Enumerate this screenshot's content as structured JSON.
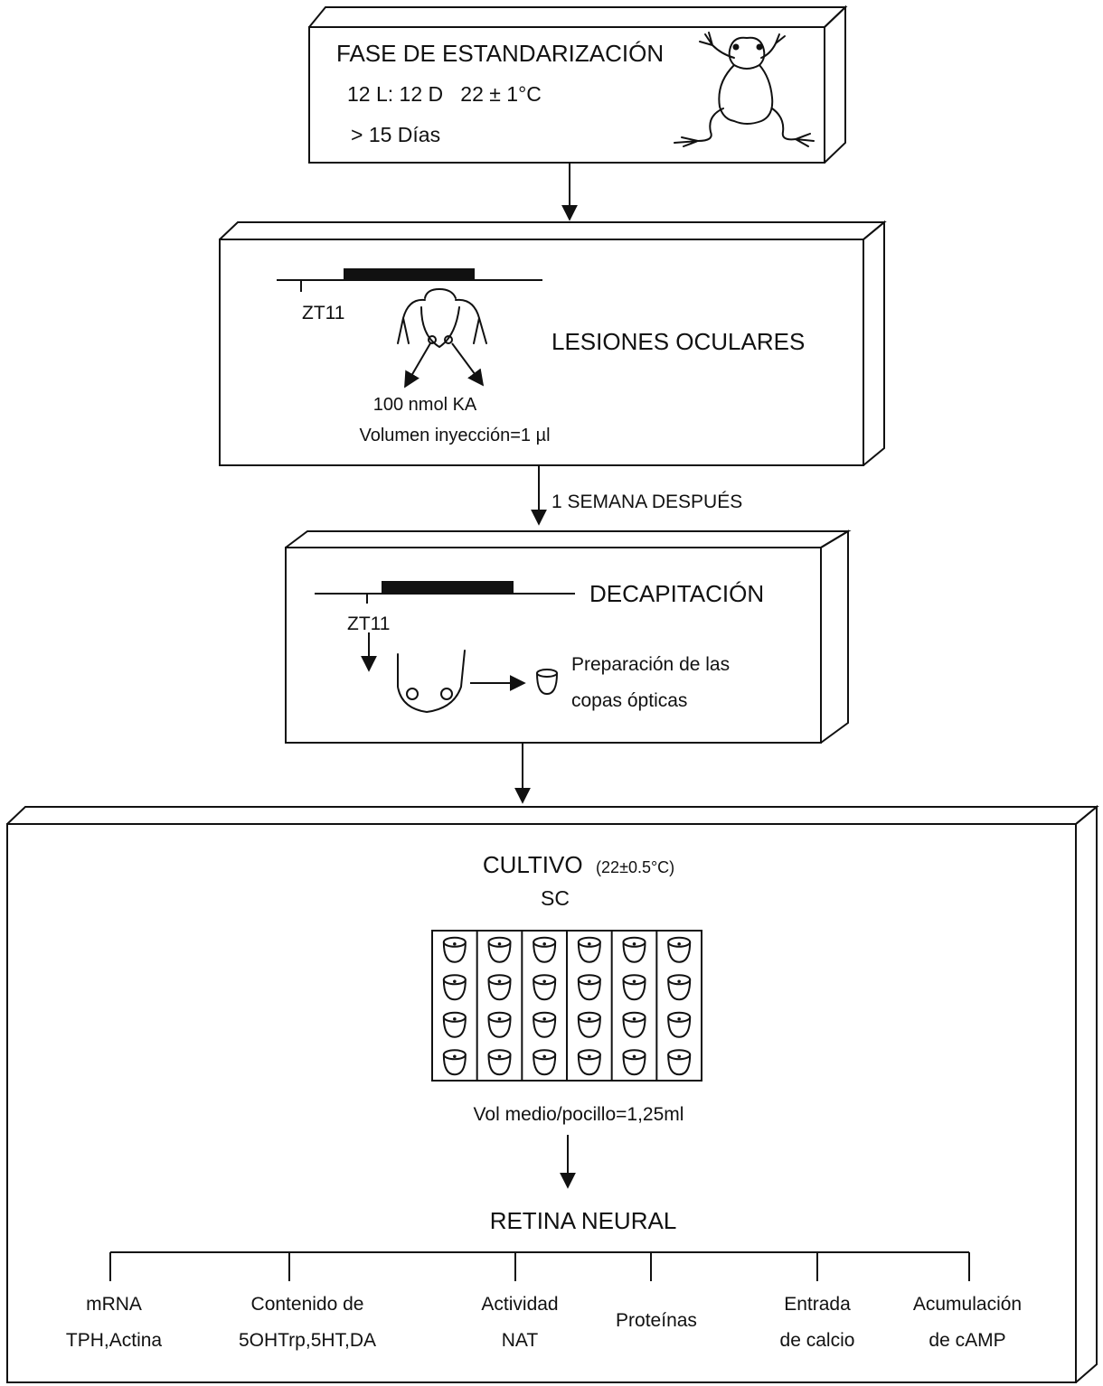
{
  "stage1": {
    "title": "FASE DE ESTANDARIZACIÓN",
    "conditions": "12 L: 12 D   22 ± 1°C",
    "duration": "> 15 Días"
  },
  "stage2": {
    "time_label": "ZT11",
    "title": "LESIONES OCULARES",
    "dose": "100 nmol KA",
    "volume": "Volumen inyección=1 µl"
  },
  "arrow_2_3_label": "1 SEMANA DESPUÉS",
  "stage3": {
    "time_label": "ZT11",
    "title": "DECAPITACIÓN",
    "prep_line1": "Preparación de las",
    "prep_line2": "copas ópticas"
  },
  "stage4": {
    "title": "CULTIVO",
    "temp": "(22±0.5°C)",
    "sub": "SC",
    "plate_rows": 4,
    "plate_cols": 6,
    "volume": "Vol medio/pocillo=1,25ml",
    "result": "RETINA NEURAL",
    "outputs": [
      {
        "line1": "mRNA",
        "line2": "TPH,Actina"
      },
      {
        "line1": "Contenido de",
        "line2": "5OHTrp,5HT,DA"
      },
      {
        "line1": "Actividad",
        "line2": "NAT"
      },
      {
        "line1": "Proteínas",
        "line2": ""
      },
      {
        "line1": "Entrada",
        "line2": "de calcio"
      },
      {
        "line1": "Acumulación",
        "line2": "de cAMP"
      }
    ]
  }
}
